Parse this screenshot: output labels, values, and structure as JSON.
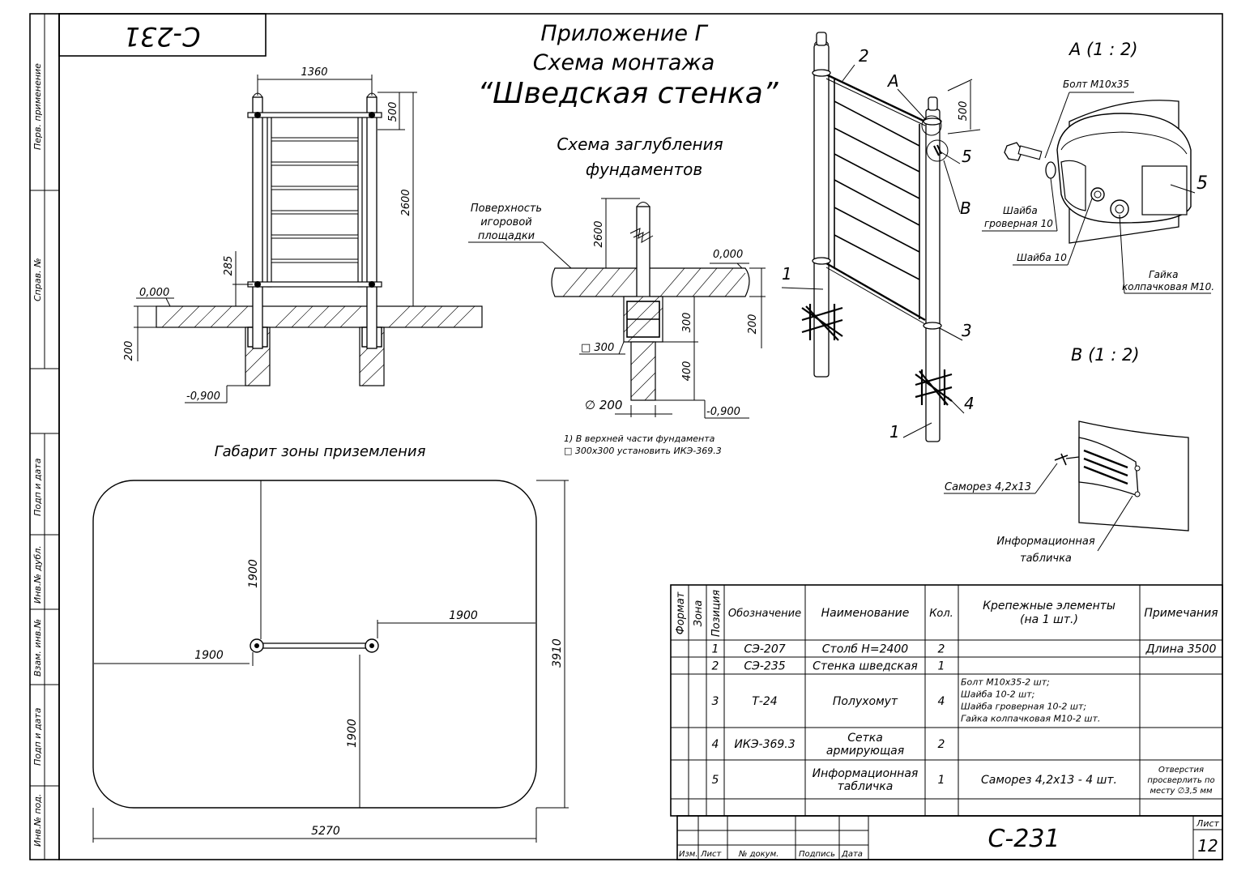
{
  "sheet": {
    "code_box": "С-231",
    "title_line1": "Приложение Г",
    "title_line2": "Схема монтажа",
    "title_line3": "“Шведская стенка”",
    "side_labels": [
      "Перв. применение",
      "Справ. №",
      "Подп и дата",
      "Инв.№ дубл.",
      "Взам. инв.№",
      "Подп и дата",
      "Инв.№ под."
    ]
  },
  "front_view": {
    "dim_width": "1360",
    "dim_top": "500",
    "dim_height": "2600",
    "dim_bottom_bar": "285",
    "level_zero": "0,000",
    "dim_foundation": "200",
    "level_bottom": "-0,900"
  },
  "foundation": {
    "title_line1": "Схема заглубления",
    "title_line2": "фундаментов",
    "surface_label_1": "Поверхность",
    "surface_label_2": "игоровой",
    "surface_label_3": "площадки",
    "dim_2600": "2600",
    "level_zero": "0,000",
    "dim_300": "300",
    "dim_400": "400",
    "dim_200": "200",
    "square_300": "□ 300",
    "diam_200": "∅ 200",
    "level_bottom": "-0,900",
    "note_line1": "1) В верхней части фундамента",
    "note_line2": "□ 300х300 установить ИКЭ-369.3"
  },
  "iso_view": {
    "callouts": [
      "2",
      "A",
      "500",
      "5",
      "B",
      "1",
      "3",
      "4",
      "1"
    ]
  },
  "detail_a": {
    "title": "А   (1 : 2)",
    "bolt": "Болт  М10х35",
    "washer_spring_1": "Шайба",
    "washer_spring_2": "гроверная 10",
    "washer": "Шайба 10",
    "nut_1": "Гайка",
    "nut_2": "колпачковая М10.",
    "pos": "5"
  },
  "detail_b": {
    "title": "В   (1 : 2)",
    "screw": "Саморез 4,2х13",
    "plate_1": "Информационная",
    "plate_2": "табличка"
  },
  "landing_zone": {
    "title": "Габарит зоны приземления",
    "dim_top": "1900",
    "dim_right": "1900",
    "dim_left": "1900",
    "dim_bottom": "1900",
    "dim_height": "3910",
    "dim_width": "5270"
  },
  "spec_table": {
    "headers": [
      "Формат",
      "Зона",
      "Позиция",
      "Обозначение",
      "Наименование",
      "Кол.",
      "Крепежные элементы\n(на 1  шт.)",
      "Примечания"
    ],
    "rows": [
      {
        "pos": "1",
        "designation": "СЭ-207",
        "name": "Столб Н=2400",
        "qty": "2",
        "fasteners": "",
        "note": "Длина 3500"
      },
      {
        "pos": "2",
        "designation": "СЭ-235",
        "name": "Стенка шведская",
        "qty": "1",
        "fasteners": "",
        "note": ""
      },
      {
        "pos": "3",
        "designation": "Т-24",
        "name": "Полухомут",
        "qty": "4",
        "fasteners": "Болт  М10х35-2 шт;\nШайба 10-2 шт;\nШайба гроверная 10-2 шт;\nГайка колпачковая М10-2 шт.",
        "note": ""
      },
      {
        "pos": "4",
        "designation": "ИКЭ-369.3",
        "name": "Сетка\nармирующая",
        "qty": "2",
        "fasteners": "",
        "note": ""
      },
      {
        "pos": "5",
        "designation": "",
        "name": "Информационная\nтабличка",
        "qty": "1",
        "fasteners": "Саморез 4,2х13 - 4 шт.",
        "note": "Отверстия\nпросверлить по\nместу ∅3,5 мм"
      }
    ]
  },
  "title_block": {
    "code": "С-231",
    "sheet_label": "Лист",
    "sheet_no": "12",
    "cols": [
      "Изм.",
      "Лист",
      "№ докум.",
      "Подпись",
      "Дата"
    ]
  }
}
